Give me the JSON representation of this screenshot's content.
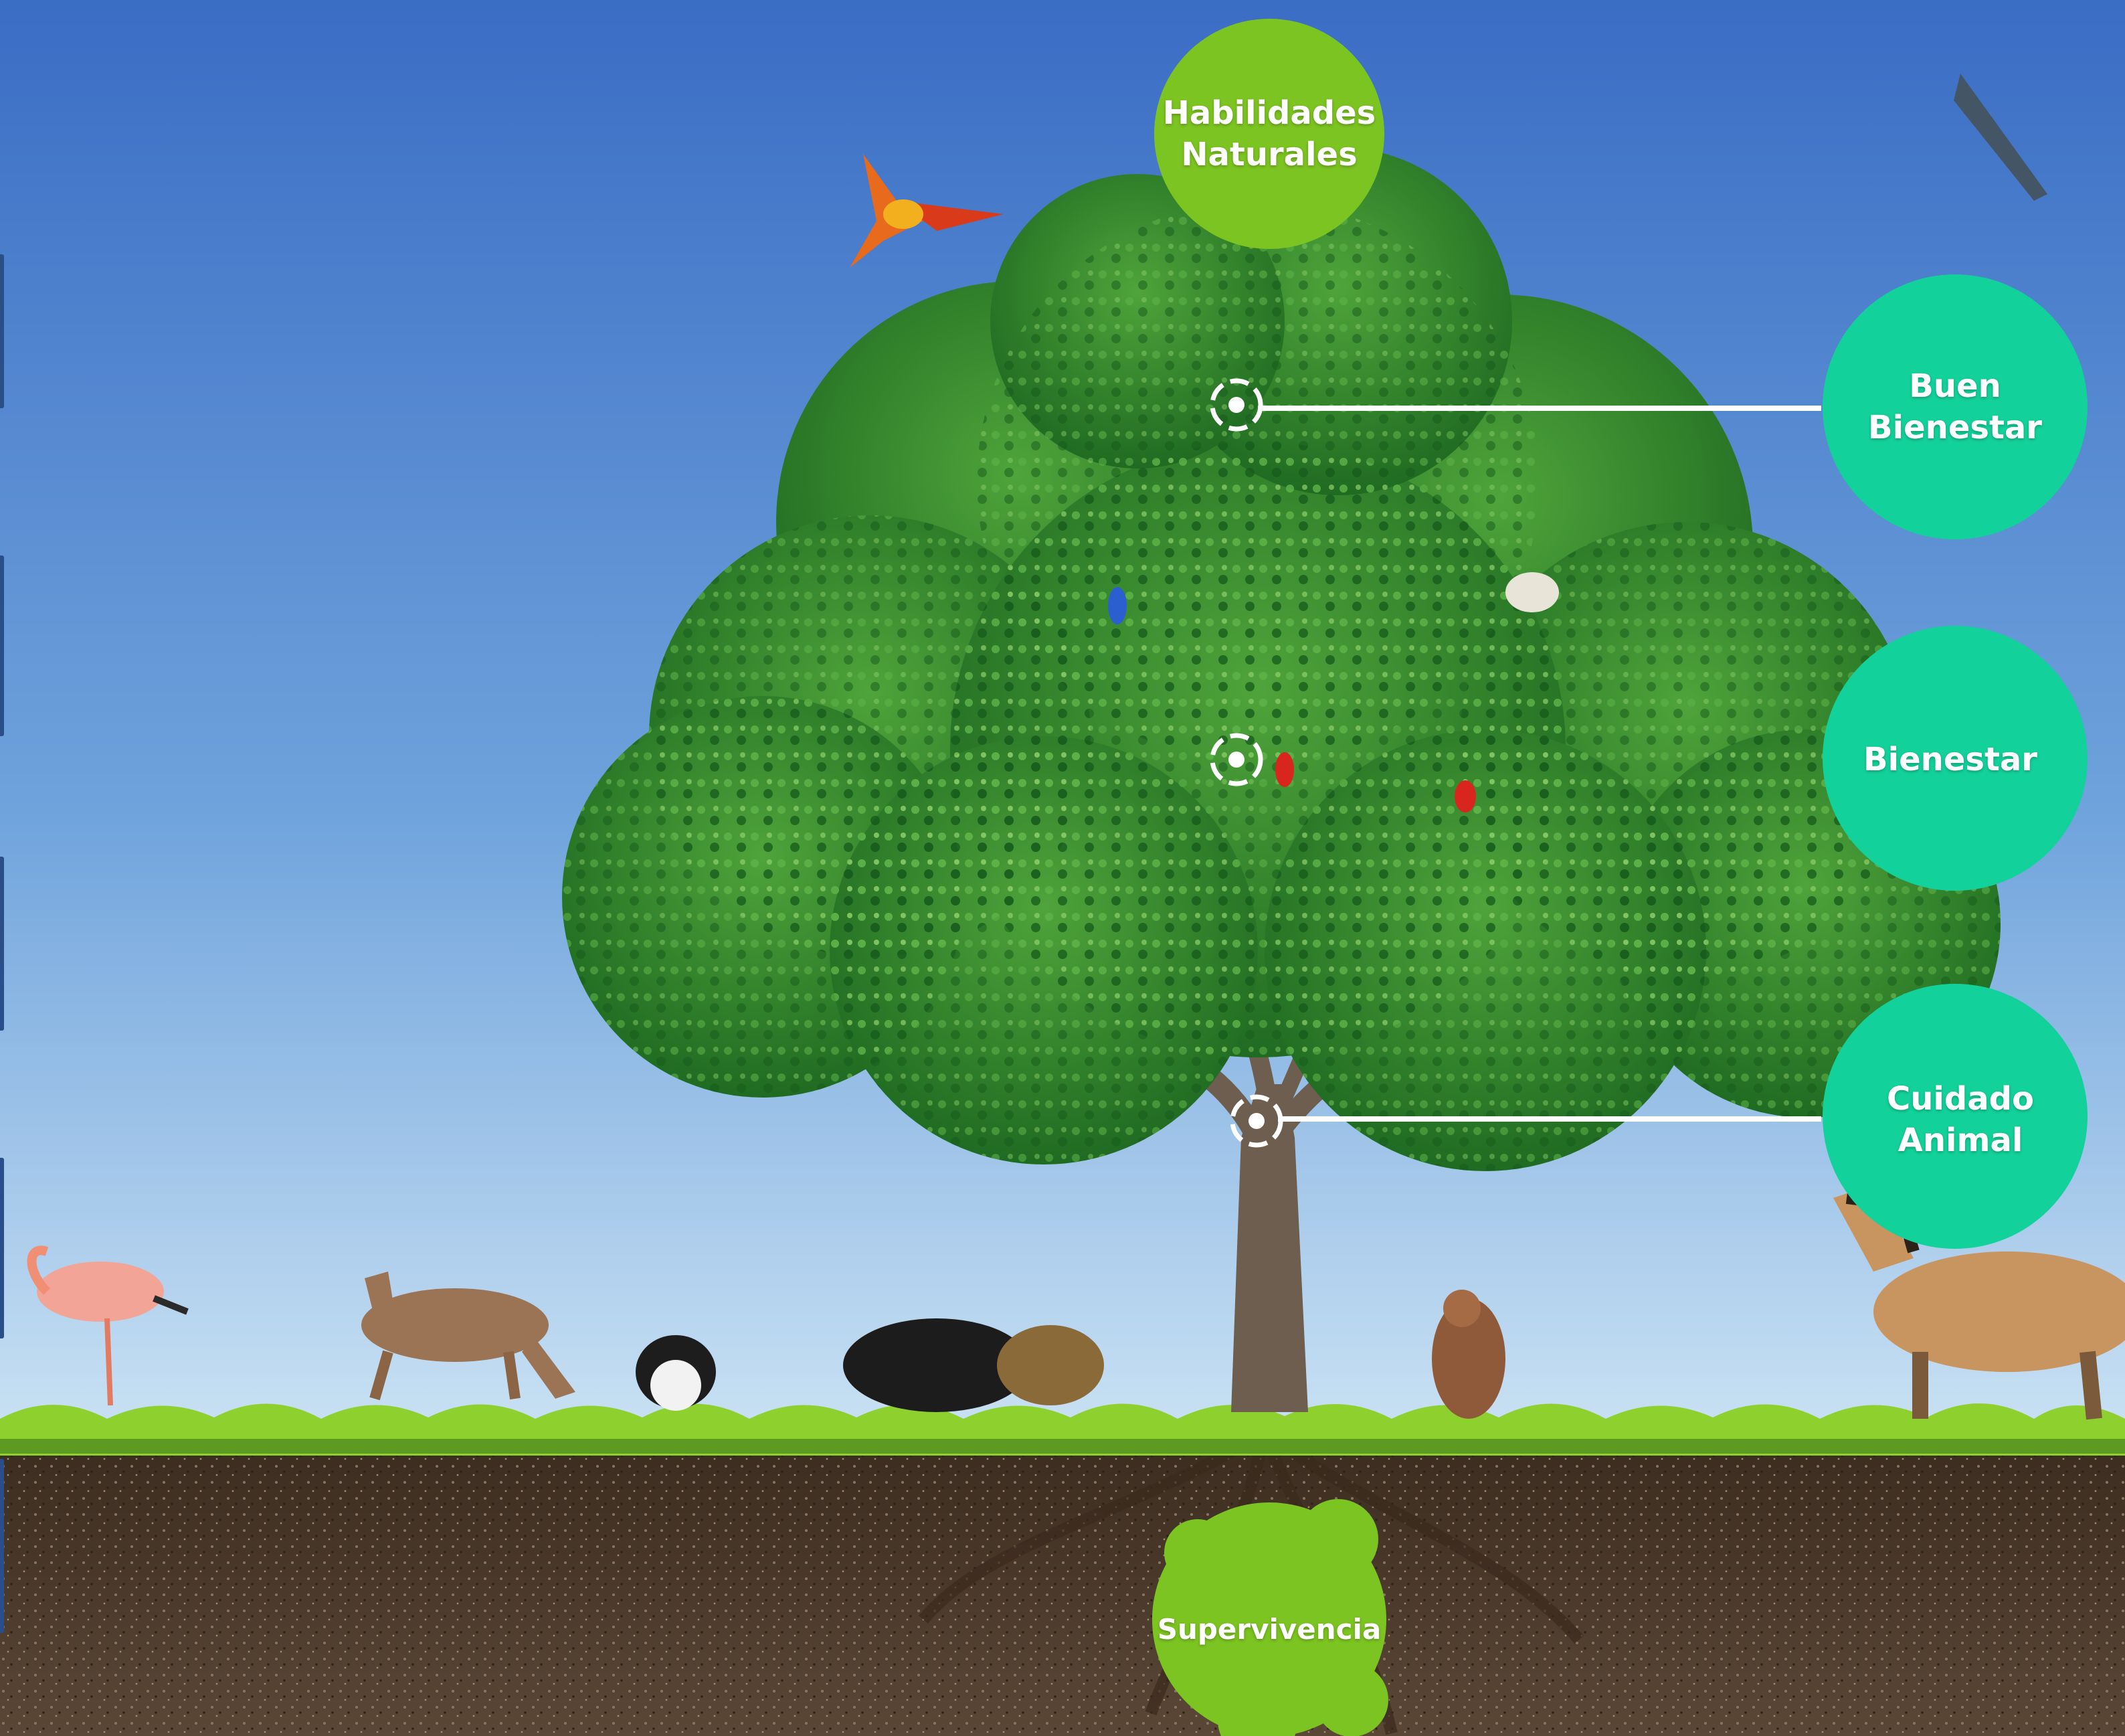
{
  "nodes": {
    "habilidades": {
      "label": "Habilidades\nNaturales",
      "color": "#7cc421"
    },
    "buen_bienestar": {
      "label": "Buen\nBienestar",
      "color": "#13d19a"
    },
    "bienestar": {
      "label": "Bienestar",
      "color": "#13d19a"
    },
    "cuidado": {
      "label": "Cuidado\nAnimal",
      "color": "#13d19a"
    },
    "supervivencia": {
      "label": "Supervivencia",
      "color": "#7cc421"
    }
  },
  "colors": {
    "sky_top": "#3f72c6",
    "sky_bottom": "#c9e2f4",
    "foliage": "#2f8a2a",
    "grass": "#8ed12f",
    "soil": "#4a3a2c",
    "connector": "#ffffff"
  }
}
